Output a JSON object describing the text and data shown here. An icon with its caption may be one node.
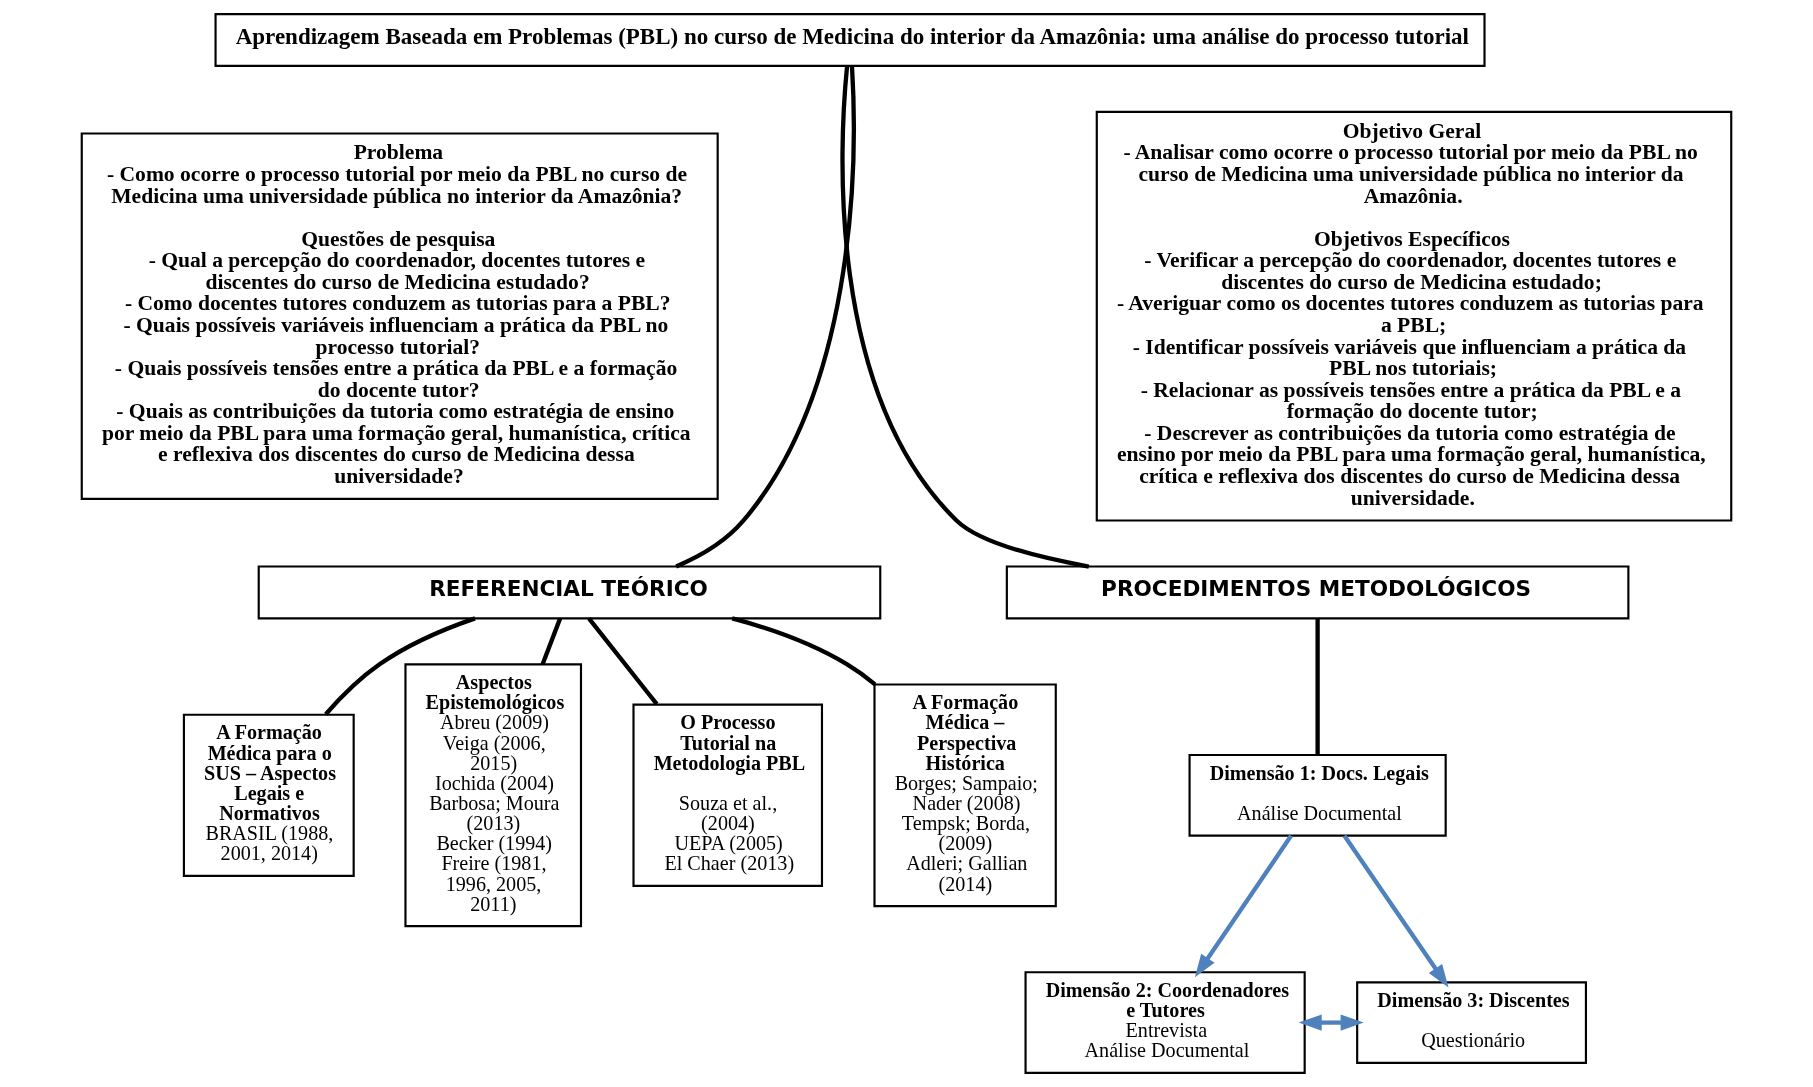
{
  "diagram": {
    "nodes": [
      {
        "text": [
          "Aprendizagem Baseada em Problemas (PBL) no curso de Medicina do interior da Amazônia: uma análise do processo tutorial"
        ]
      },
      {
        "text": [
          "Problema",
          "- Como ocorre o processo tutorial por meio da PBL no curso de Medicina uma universidade pública no interior da Amazônia?",
          "Questões de pesquisa",
          "- Qual a percepção do coordenador, docentes tutores e discentes do curso de Medicina estudado?",
          "- Como docentes tutores conduzem as tutorias para a PBL?",
          "- Quais possíveis variáveis influenciam a prática da PBL no processo tutorial?",
          "- Quais possíveis tensões entre a prática da PBL e a formação do docente tutor?",
          "- Quais as contribuições da tutoria como estratégia de ensino por meio da PBL para uma formação geral, humanística, crítica e reflexiva dos discentes do curso de Medicina dessa universidade?"
        ]
      },
      {
        "text": [
          "Objetivo Geral",
          "- Analisar como ocorre o processo tutorial por meio da PBL no curso de Medicina uma universidade pública no interior da Amazônia.",
          "Objetivos Específicos",
          "- Verificar a percepção do coordenador, docentes tutores e discentes do curso de Medicina estudado;",
          "- Averiguar como os docentes tutores conduzem as tutorias para a PBL;",
          "- Identificar possíveis variáveis que influenciam a prática da PBL nos tutoriais;",
          "- Relacionar as possíveis tensões entre a prática da PBL e a formação do docente tutor;",
          "- Descrever as contribuições da tutoria como estratégia de ensino por meio da PBL para uma formação geral, humanística, crítica e reflexiva dos discentes do curso de Medicina dessa universidade."
        ]
      },
      {
        "text": [
          "REFERENCIAL TEÓRICO"
        ]
      },
      {
        "text": [
          "PROCEDIMENTOS METODOLÓGICOS"
        ]
      },
      {
        "text": [
          "A Formação Médica – Perspectiva Histórica",
          "Borges; Sampaio; Nader (2008)",
          "Tempsk; Borda, (2009)",
          "Adleri; Gallian (2014)"
        ]
      },
      {
        "text": [
          "A Formação Médica para o SUS – Aspectos Legais e Normativos",
          "BRASIL (1988, 2001, 2014)"
        ]
      },
      {
        "text": [
          "Aspectos Epistemológicos",
          "Abreu (2009)",
          "Veiga (2006, 2015)",
          "Iochida (2004)",
          "Barbosa; Moura (2013)",
          "Becker (1994)",
          "Freire (1981, 1996, 2005, 2011)"
        ]
      },
      {
        "text": [
          "O Processo Tutorial na Metodologia PBL",
          "Souza et al., (2004)",
          "UEPA (2005)",
          "El Chaer (2013)"
        ]
      },
      {
        "text": [
          "Dimensão 1: Docs. Legais",
          "Análise Documental"
        ]
      },
      {
        "text": [
          "Dimensão 2: Coordenadores e Tutores",
          "Entrevista",
          "Análise Documental"
        ]
      },
      {
        "text": [
          "Dimensão 3: Discentes",
          "Questionário"
        ]
      }
    ],
    "edges": [
      {
        "from": 0,
        "to": 3,
        "arrow": "none"
      },
      {
        "from": 0,
        "to": 4,
        "arrow": "none"
      },
      {
        "from": 3,
        "to": 5,
        "arrow": "none"
      },
      {
        "from": 3,
        "to": 6,
        "arrow": "none"
      },
      {
        "from": 3,
        "to": 7,
        "arrow": "none"
      },
      {
        "from": 3,
        "to": 8,
        "arrow": "none"
      },
      {
        "from": 4,
        "to": 9,
        "arrow": "none"
      },
      {
        "from": 9,
        "to": 10,
        "arrow": "to",
        "color": "#4f81bd"
      },
      {
        "from": 9,
        "to": 11,
        "arrow": "to",
        "color": "#4f81bd"
      },
      {
        "from": 10,
        "to": 11,
        "arrow": "both",
        "color": "#4f81bd"
      }
    ]
  }
}
